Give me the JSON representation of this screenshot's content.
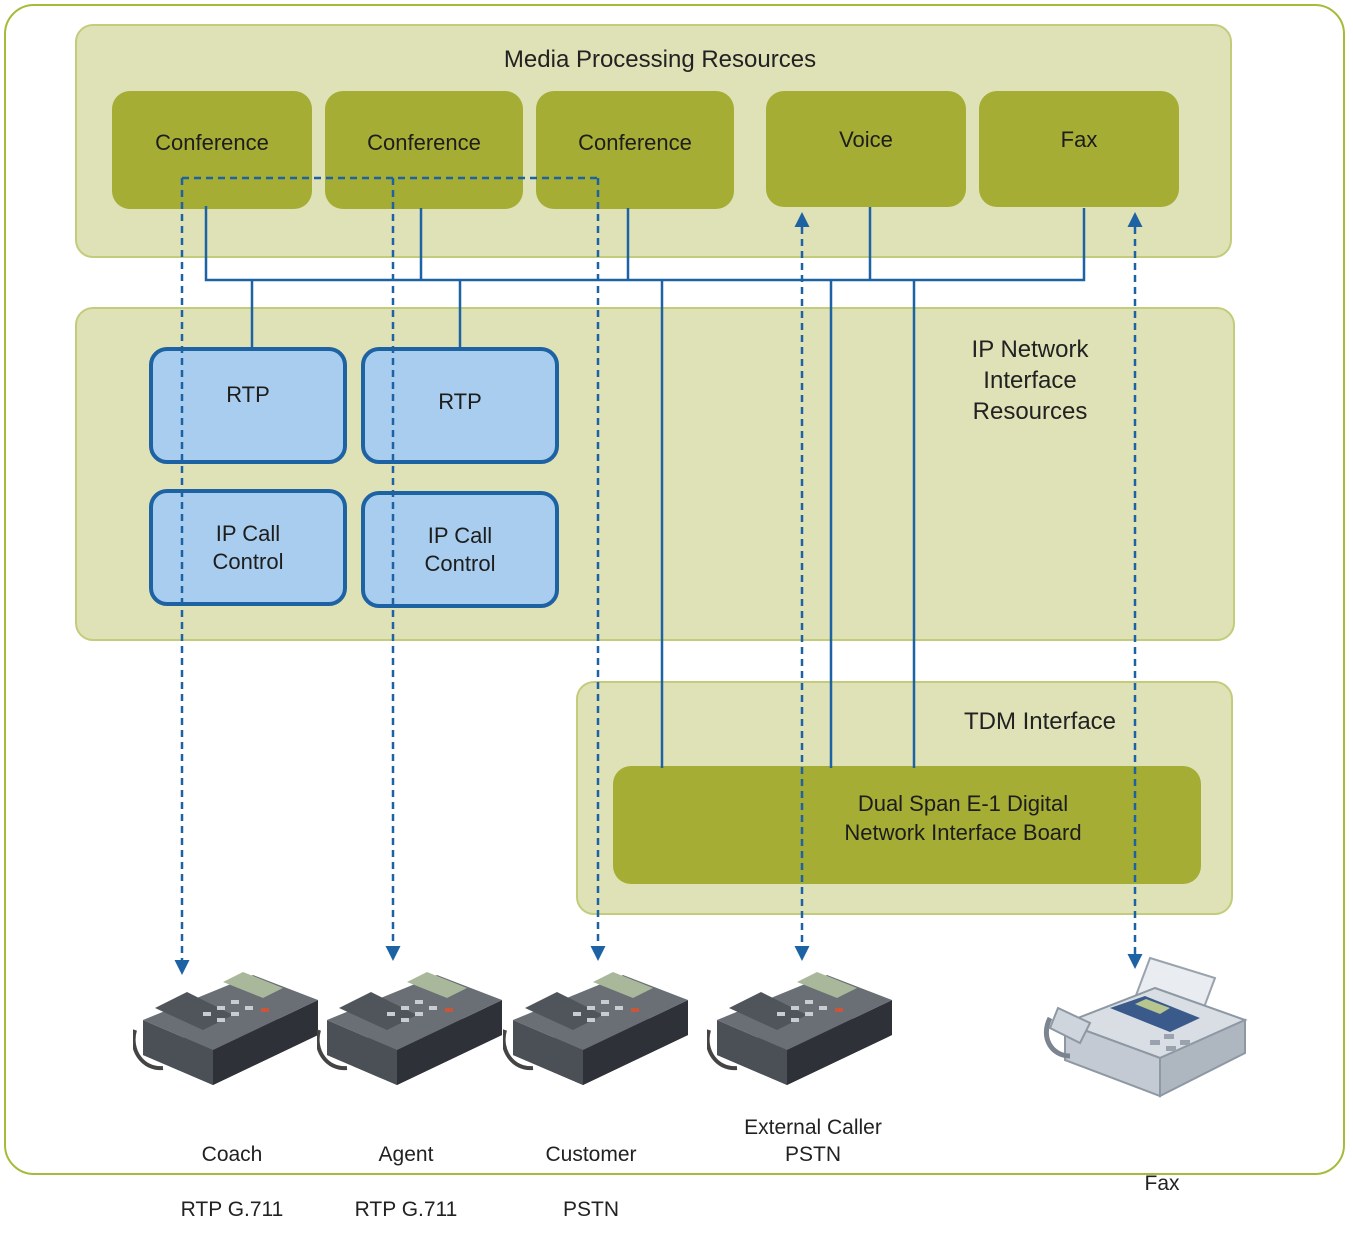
{
  "groups": {
    "media": "Media Processing Resources",
    "ip": "IP Network Interface Resources",
    "tdm": "TDM Interface"
  },
  "media_boxes": [
    "Conference",
    "Conference",
    "Conference",
    "Voice",
    "Fax"
  ],
  "ip_boxes": {
    "rtp1": "RTP",
    "rtp2": "RTP",
    "ipcc1": "IP Call Control",
    "ipcc2": "IP Call Control"
  },
  "tdm_board": "Dual Span E-1 Digital Network Interface Board",
  "endpoints": [
    {
      "name": "Coach",
      "sub": "RTP G.711",
      "icon": "desk-phone-icon"
    },
    {
      "name": "Agent",
      "sub": "RTP G.711",
      "icon": "desk-phone-icon"
    },
    {
      "name": "Customer",
      "sub": "PSTN",
      "icon": "desk-phone-icon"
    },
    {
      "name": "External Caller",
      "sub": "PSTN",
      "icon": "desk-phone-icon"
    },
    {
      "name": "Fax",
      "sub": "",
      "icon": "fax-machine-icon"
    }
  ],
  "colors": {
    "frame": "#a8ba3a",
    "group_fill": "#dfe1b6",
    "olive_box": "#a5ad34",
    "blue_box_fill": "#a8cdee",
    "blue_line": "#1d62a3"
  }
}
